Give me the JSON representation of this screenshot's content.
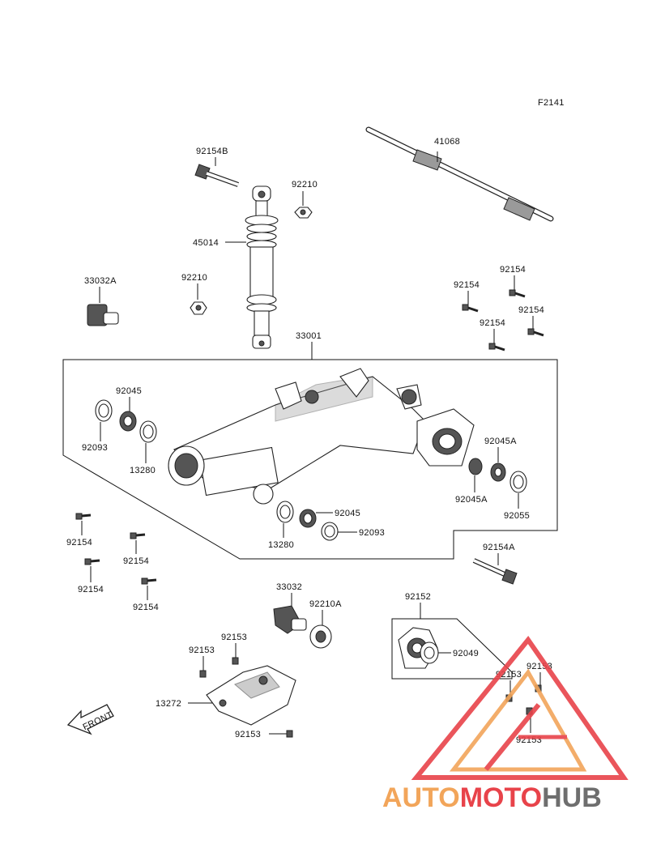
{
  "figure_id": "F2141",
  "labels": {
    "l41068": "41068",
    "l92154B": "92154B",
    "l92210a": "92210",
    "l45014": "45014",
    "l33032A": "33032A",
    "l92210b": "92210",
    "l92154_r1": "92154",
    "l92154_r2": "92154",
    "l92154_r3": "92154",
    "l92154_r4": "92154",
    "l33001": "33001",
    "l92045a": "92045",
    "l92093a": "92093",
    "l13280a": "13280",
    "l92045A1": "92045A",
    "l92045A2": "92045A",
    "l92055": "92055",
    "l92045b": "92045",
    "l92093b": "92093",
    "l13280b": "13280",
    "l92154_l1": "92154",
    "l92154_l2": "92154",
    "l92154_l3": "92154",
    "l92154_l4": "92154",
    "l92154A": "92154A",
    "l33032": "33032",
    "l92210A": "92210A",
    "l92152": "92152",
    "l92049": "92049",
    "l92153_1": "92153",
    "l92153_2": "92153",
    "l92153_3": "92153",
    "l92153_4": "92153",
    "l92153_5": "92153",
    "l13272": "13272",
    "front": "FRONT"
  },
  "watermark": {
    "part1": "AUTO",
    "part2": "MOTO",
    "part3": "HUB",
    "colors": {
      "orange": "#f2a55a",
      "red": "#e8434a",
      "gray": "#6e6e6e"
    }
  }
}
